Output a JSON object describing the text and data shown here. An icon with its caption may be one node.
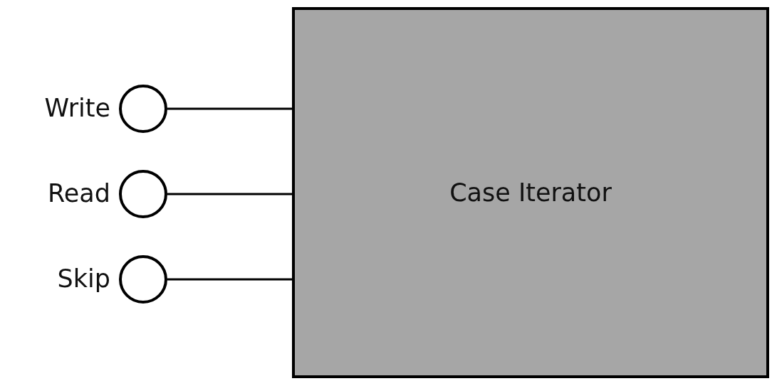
{
  "diagram": {
    "nodes": [
      {
        "text": [
          "Case Iterator"
        ]
      },
      {
        "text": [],
        "shape": "circle",
        "beside": [
          "Write"
        ]
      },
      {
        "text": [],
        "shape": "circle",
        "beside": [
          "Read"
        ]
      },
      {
        "text": [],
        "shape": "circle",
        "beside": [
          "Skip"
        ]
      }
    ],
    "edges": [
      {
        "from": 1,
        "to": 0,
        "arrow": "none"
      },
      {
        "from": 2,
        "to": 0,
        "arrow": "none"
      },
      {
        "from": 3,
        "to": 0,
        "arrow": "none"
      }
    ]
  }
}
